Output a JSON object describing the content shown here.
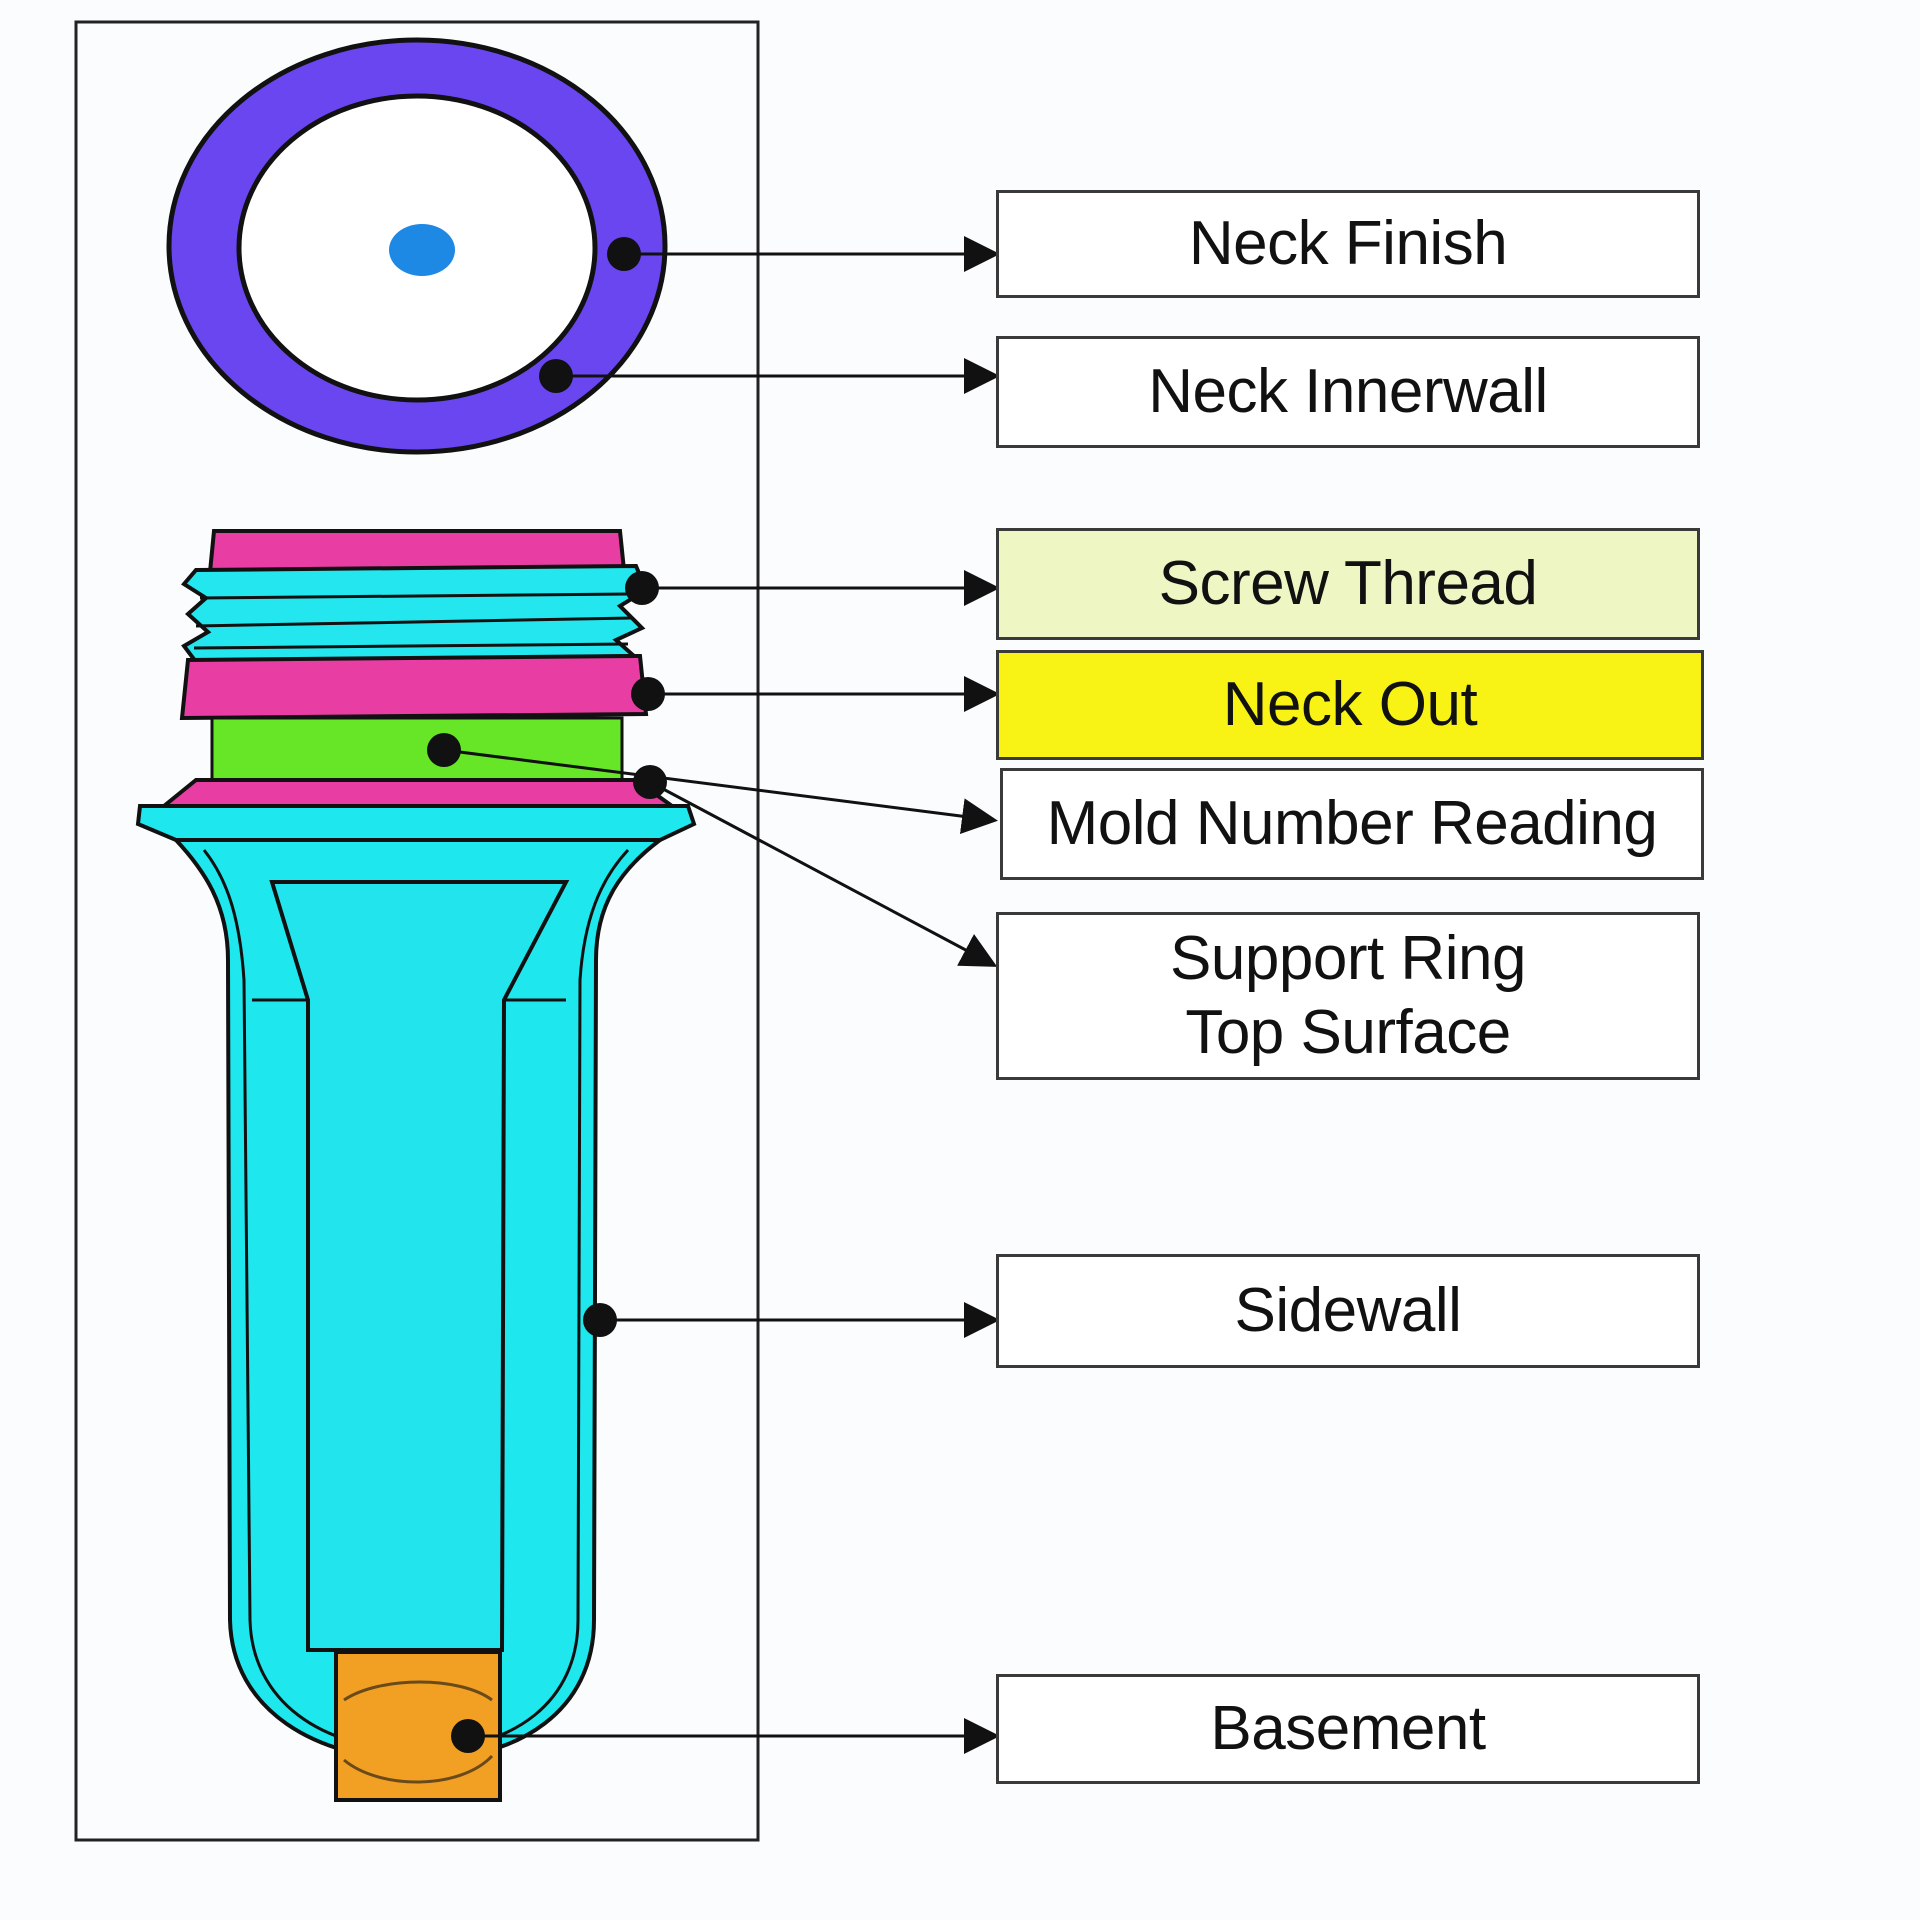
{
  "colors": {
    "neck_finish": "#6a46f0",
    "center_dot": "#1e88e5",
    "neck_bands": "#e83ea3",
    "screw_thread": "#23e6ee",
    "neck_out_band": "#66e626",
    "preform_body": "#1ee7ee",
    "basement": "#f2a024",
    "screw_thread_box": "#eef6c4",
    "neck_out_box": "#f8f315",
    "plain_box": "#ffffff",
    "outline": "#111111"
  },
  "labels": [
    {
      "id": "neck-finish",
      "text": "Neck Finish",
      "box_color": "#ffffff"
    },
    {
      "id": "neck-innerwall",
      "text": "Neck Innerwall",
      "box_color": "#ffffff"
    },
    {
      "id": "screw-thread",
      "text": "Screw Thread",
      "box_color": "#eef6c4"
    },
    {
      "id": "neck-out",
      "text": "Neck Out",
      "box_color": "#f8f315"
    },
    {
      "id": "mold-number-reading",
      "text": "Mold Number Reading",
      "box_color": "#ffffff"
    },
    {
      "id": "support-ring-top-surface",
      "text": "Support Ring\nTop Surface",
      "box_color": "#ffffff"
    },
    {
      "id": "sidewall",
      "text": "Sidewall",
      "box_color": "#ffffff"
    },
    {
      "id": "basement",
      "text": "Basement",
      "box_color": "#ffffff"
    }
  ]
}
